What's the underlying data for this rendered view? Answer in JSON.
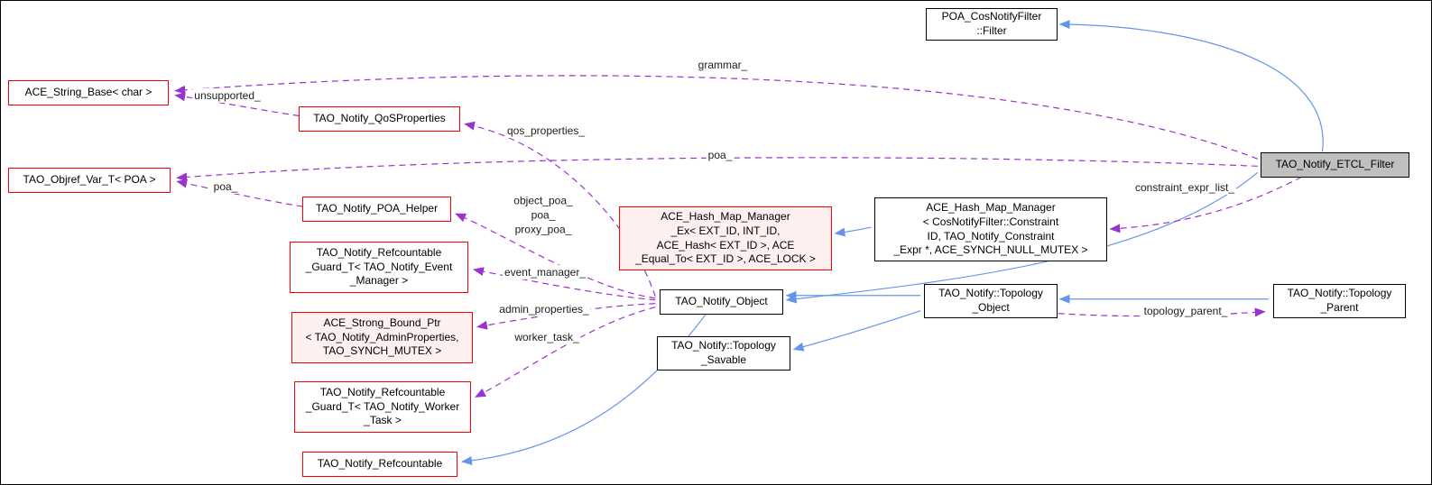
{
  "diagram": {
    "type": "doxygen-collaboration-graph",
    "colors": {
      "inheritance_edge": "#6495ed",
      "usage_edge": "#9a32cd",
      "node_border": "#000000",
      "node_border_truncated": "#ff0000",
      "node_fill": "#ffffff",
      "node_fill_undocumented": "#fff0f0",
      "node_fill_current": "#bfbfbf",
      "background": "#ffffff"
    },
    "nodes": [
      {
        "id": "poa-cosnotifyfilter-filter",
        "label": "POA_CosNotifyFilter\n::Filter",
        "style": "plain"
      },
      {
        "id": "ace-string-base",
        "label": "ACE_String_Base< char >",
        "style": "truncated"
      },
      {
        "id": "tao-notify-qosproperties",
        "label": "TAO_Notify_QoSProperties",
        "style": "truncated"
      },
      {
        "id": "tao-objref-var-t-poa",
        "label": "TAO_Objref_Var_T< POA >",
        "style": "truncated"
      },
      {
        "id": "tao-notify-poa-helper",
        "label": "TAO_Notify_POA_Helper",
        "style": "truncated"
      },
      {
        "id": "refcountable-guard-event-manager",
        "label": "TAO_Notify_Refcountable\n_Guard_T< TAO_Notify_Event\n_Manager >",
        "style": "truncated"
      },
      {
        "id": "ace-strong-bound-ptr",
        "label": "ACE_Strong_Bound_Ptr\n< TAO_Notify_AdminProperties,\nTAO_SYNCH_MUTEX >",
        "style": "undocumented"
      },
      {
        "id": "refcountable-guard-worker-task",
        "label": "TAO_Notify_Refcountable\n_Guard_T< TAO_Notify_Worker\n_Task >",
        "style": "truncated"
      },
      {
        "id": "tao-notify-refcountable",
        "label": "TAO_Notify_Refcountable",
        "style": "truncated"
      },
      {
        "id": "ace-hash-map-manager-ex",
        "label": "ACE_Hash_Map_Manager\n_Ex< EXT_ID, INT_ID,\nACE_Hash< EXT_ID >, ACE\n_Equal_To< EXT_ID >, ACE_LOCK >",
        "style": "undocumented"
      },
      {
        "id": "ace-hash-map-manager",
        "label": "ACE_Hash_Map_Manager\n< CosNotifyFilter::Constraint\nID, TAO_Notify_Constraint\n_Expr *, ACE_SYNCH_NULL_MUTEX >",
        "style": "plain"
      },
      {
        "id": "tao-notify-object",
        "label": "TAO_Notify_Object",
        "style": "plain"
      },
      {
        "id": "topology-object",
        "label": "TAO_Notify::Topology\n_Object",
        "style": "plain"
      },
      {
        "id": "topology-savable",
        "label": "TAO_Notify::Topology\n_Savable",
        "style": "plain"
      },
      {
        "id": "topology-parent",
        "label": "TAO_Notify::Topology\n_Parent",
        "style": "plain"
      },
      {
        "id": "tao-notify-etcl-filter",
        "label": "TAO_Notify_ETCL_Filter",
        "style": "current"
      }
    ],
    "edge_labels": [
      {
        "text": "grammar_"
      },
      {
        "text": "unsupported_"
      },
      {
        "text": "qos_properties_"
      },
      {
        "text": "poa_"
      },
      {
        "text": "poa_"
      },
      {
        "text": "object_poa_\npoa_\nproxy_poa_"
      },
      {
        "text": "event_manager_"
      },
      {
        "text": "admin_properties_"
      },
      {
        "text": "worker_task_"
      },
      {
        "text": "constraint_expr_list_"
      },
      {
        "text": "topology_parent_"
      }
    ],
    "edges": [
      {
        "from": "tao-notify-etcl-filter",
        "to": "poa-cosnotifyfilter-filter",
        "type": "inheritance"
      },
      {
        "from": "tao-notify-etcl-filter",
        "to": "tao-notify-object",
        "type": "inheritance"
      },
      {
        "from": "ace-hash-map-manager",
        "to": "ace-hash-map-manager-ex",
        "type": "inheritance"
      },
      {
        "from": "topology-object",
        "to": "tao-notify-object",
        "type": "inheritance"
      },
      {
        "from": "topology-object",
        "to": "topology-savable",
        "type": "inheritance"
      },
      {
        "from": "topology-parent",
        "to": "topology-object",
        "type": "inheritance"
      },
      {
        "from": "tao-notify-object",
        "to": "tao-notify-refcountable",
        "type": "inheritance"
      },
      {
        "from": "tao-notify-etcl-filter",
        "to": "ace-string-base",
        "type": "usage",
        "label": "grammar_"
      },
      {
        "from": "tao-notify-qosproperties",
        "to": "ace-string-base",
        "type": "usage",
        "label": "unsupported_"
      },
      {
        "from": "tao-notify-object",
        "to": "tao-notify-qosproperties",
        "type": "usage",
        "label": "qos_properties_"
      },
      {
        "from": "tao-notify-etcl-filter",
        "to": "tao-objref-var-t-poa",
        "type": "usage",
        "label": "poa_"
      },
      {
        "from": "tao-notify-poa-helper",
        "to": "tao-objref-var-t-poa",
        "type": "usage",
        "label": "poa_"
      },
      {
        "from": "tao-notify-object",
        "to": "tao-notify-poa-helper",
        "type": "usage",
        "label": "object_poa_ poa_ proxy_poa_"
      },
      {
        "from": "tao-notify-object",
        "to": "refcountable-guard-event-manager",
        "type": "usage",
        "label": "event_manager_"
      },
      {
        "from": "tao-notify-object",
        "to": "ace-strong-bound-ptr",
        "type": "usage",
        "label": "admin_properties_"
      },
      {
        "from": "tao-notify-object",
        "to": "refcountable-guard-worker-task",
        "type": "usage",
        "label": "worker_task_"
      },
      {
        "from": "tao-notify-etcl-filter",
        "to": "ace-hash-map-manager",
        "type": "usage",
        "label": "constraint_expr_list_"
      },
      {
        "from": "topology-object",
        "to": "topology-parent",
        "type": "usage",
        "label": "topology_parent_"
      }
    ]
  }
}
